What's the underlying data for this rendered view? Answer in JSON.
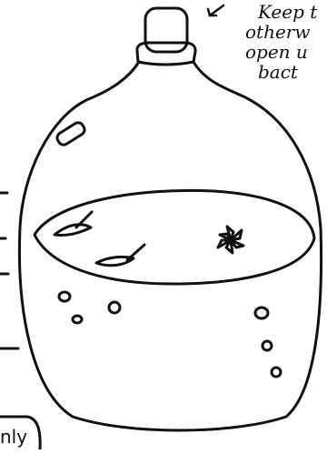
{
  "illustration": {
    "subject": "jug-drawing",
    "stroke_color": "#111111",
    "fill_color": "#ffffff",
    "annotation_lines": [
      "Keep t",
      "otherw",
      "open u",
      "bact"
    ],
    "bottom_label": "nly"
  },
  "icons": {
    "arrow": "arrow-down-left-icon",
    "star": "star-anise-icon"
  }
}
